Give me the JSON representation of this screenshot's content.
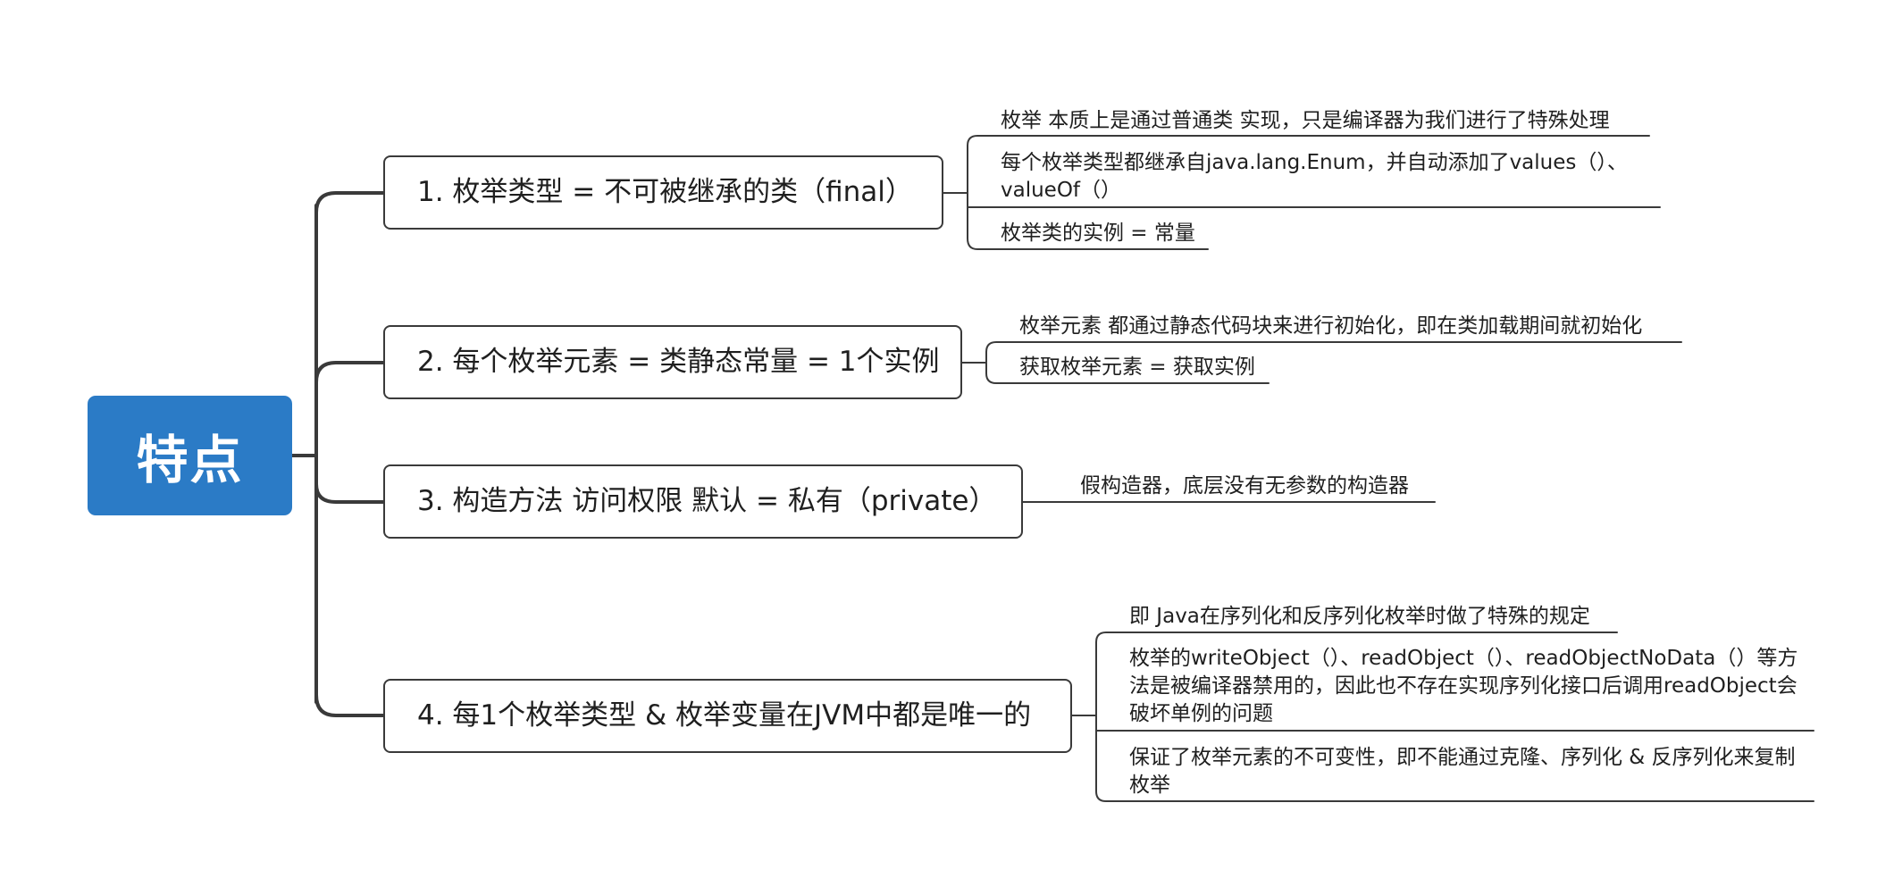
{
  "root": {
    "label": "特点"
  },
  "branches": [
    {
      "label": "1. 枚举类型 = 不可被继承的类（final）",
      "leaves": [
        "枚举 本质上是通过普通类 实现，只是编译器为我们进行了特殊处理",
        "每个枚举类型都继承自java.lang.Enum，并自动添加了values（）、valueOf（）",
        "枚举类的实例 = 常量"
      ]
    },
    {
      "label": "2. 每个枚举元素 = 类静态常量 = 1个实例",
      "leaves": [
        "枚举元素 都通过静态代码块来进行初始化，即在类加载期间就初始化",
        "获取枚举元素 = 获取实例"
      ]
    },
    {
      "label": "3. 构造方法 访问权限 默认 = 私有（private）",
      "leaves": [
        "假构造器，底层没有无参数的构造器"
      ]
    },
    {
      "label": "4. 每1个枚举类型 & 枚举变量在JVM中都是唯一的",
      "leaves": [
        "即 Java在序列化和反序列化枚举时做了特殊的规定",
        "枚举的writeObject（）、readObject（）、readObjectNoData（）等方法是被编译器禁用的，因此也不存在实现序列化接口后调用readObject会破坏单例的问题",
        "保证了枚举元素的不可变性，即不能通过克隆、序列化 & 反序列化来复制枚举"
      ]
    }
  ]
}
